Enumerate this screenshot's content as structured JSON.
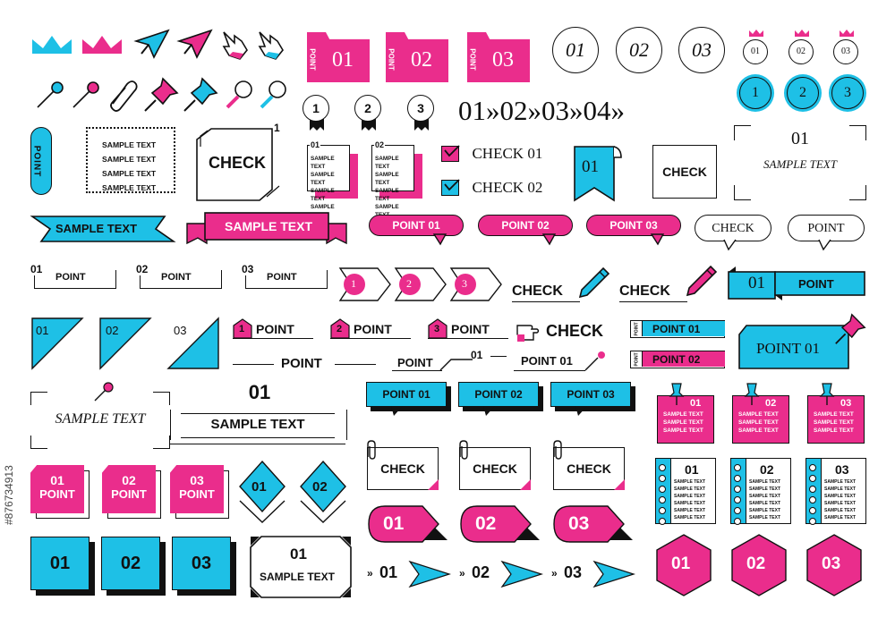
{
  "colors": {
    "pink": "#ea2d8c",
    "cyan": "#1ec0e6",
    "ink": "#111111"
  },
  "icons": [
    "crown-outline-icon",
    "crown-pink-icon",
    "crown-cyan-icon",
    "cursor-cyan-icon",
    "cursor-pink-icon",
    "hand-pointer-icon",
    "pin-icon",
    "paperclip-icon",
    "pushpin-icon",
    "magnifier-icon",
    "pencil-icon"
  ],
  "folders": [
    {
      "side": "POINT",
      "num": "01"
    },
    {
      "side": "POINT",
      "num": "02"
    },
    {
      "side": "POINT",
      "num": "03"
    }
  ],
  "circle_nums": [
    "01",
    "02",
    "03"
  ],
  "crown_medals": [
    "01",
    "02",
    "03"
  ],
  "seals": [
    "1",
    "2",
    "3"
  ],
  "ribbon_medals": [
    "1",
    "2",
    "3"
  ],
  "chevron_seq": [
    "01",
    "02",
    "03",
    "04"
  ],
  "vertical_tag": "POINT",
  "sample_list": [
    "SAMPLE TEXT",
    "SAMPLE TEXT",
    "SAMPLE TEXT",
    "SAMPLE TEXT"
  ],
  "check_frame": {
    "label": "CHECK",
    "num": "1"
  },
  "notes": [
    {
      "num": "01",
      "lines": [
        "SAMPLE TEXT",
        "SAMPLE TEXT",
        "SAMPLE TEXT",
        "SAMPLE TEXT"
      ]
    },
    {
      "num": "02",
      "lines": [
        "SAMPLE TEXT",
        "SAMPLE TEXT",
        "SAMPLE TEXT",
        "SAMPLE TEXT"
      ]
    }
  ],
  "checkboxes": [
    "CHECK 01",
    "CHECK 02"
  ],
  "flag_num": "01",
  "check_box_label": "CHECK",
  "bracket_frame": {
    "num": "01",
    "text": "SAMPLE TEXT"
  },
  "banners": [
    "SAMPLE TEXT",
    "SAMPLE TEXT"
  ],
  "pink_bubbles": [
    "POINT 01",
    "POINT 02",
    "POINT 03"
  ],
  "outline_bubbles": [
    "CHECK",
    "POINT"
  ],
  "num_bubbles": [
    {
      "num": "01",
      "label": "POINT"
    },
    {
      "num": "02",
      "label": "POINT"
    },
    {
      "num": "03",
      "label": "POINT"
    }
  ],
  "arrow_steps": [
    "1",
    "2",
    "3"
  ],
  "pencil_checks": [
    "CHECK",
    "CHECK"
  ],
  "cyan_ribbon": {
    "num": "01",
    "label": "POINT"
  },
  "triangles": [
    "01",
    "02",
    "03"
  ],
  "house_points": [
    {
      "num": "1",
      "label": "POINT"
    },
    {
      "num": "2",
      "label": "POINT"
    },
    {
      "num": "3",
      "label": "POINT"
    }
  ],
  "hand_check": "CHECK",
  "tabs": [
    {
      "side": "POINT",
      "label": "POINT 01"
    },
    {
      "side": "POINT",
      "label": "POINT 02"
    }
  ],
  "pin_label": "POINT 01",
  "line_points": [
    "POINT",
    "POINT",
    "01",
    "POINT 01"
  ],
  "pin_frame_text": "SAMPLE TEXT",
  "double_frame": {
    "num": "01",
    "text": "SAMPLE TEXT"
  },
  "cyan_bubbles": [
    "POINT 01",
    "POINT 02",
    "POINT 03"
  ],
  "pinned_notes": [
    {
      "num": "01",
      "lines": [
        "SAMPLE TEXT",
        "SAMPLE TEXT",
        "SAMPLE TEXT"
      ]
    },
    {
      "num": "02",
      "lines": [
        "SAMPLE TEXT",
        "SAMPLE TEXT",
        "SAMPLE TEXT"
      ]
    },
    {
      "num": "03",
      "lines": [
        "SAMPLE TEXT",
        "SAMPLE TEXT",
        "SAMPLE TEXT"
      ]
    }
  ],
  "pink_squares": [
    {
      "num": "01",
      "label": "POINT"
    },
    {
      "num": "02",
      "label": "POINT"
    },
    {
      "num": "03",
      "label": "POINT"
    }
  ],
  "diamonds": [
    "01",
    "02"
  ],
  "clip_notes": [
    "CHECK",
    "CHECK",
    "CHECK"
  ],
  "notebooks": [
    {
      "num": "01",
      "lines": [
        "SAMPLE TEXT",
        "SAMPLE TEXT",
        "SAMPLE TEXT",
        "SAMPLE TEXT",
        "SAMPLE TEXT",
        "SAMPLE TEXT"
      ]
    },
    {
      "num": "02",
      "lines": [
        "SAMPLE TEXT",
        "SAMPLE TEXT",
        "SAMPLE TEXT",
        "SAMPLE TEXT",
        "SAMPLE TEXT",
        "SAMPLE TEXT"
      ]
    },
    {
      "num": "03",
      "lines": [
        "SAMPLE TEXT",
        "SAMPLE TEXT",
        "SAMPLE TEXT",
        "SAMPLE TEXT",
        "SAMPLE TEXT",
        "SAMPLE TEXT"
      ]
    }
  ],
  "pink_tags": [
    "01",
    "02",
    "03"
  ],
  "cyan_squares": [
    "01",
    "02",
    "03"
  ],
  "ticket": {
    "num": "01",
    "text": "SAMPLE TEXT"
  },
  "arrow_nums": [
    "01",
    "02",
    "03"
  ],
  "hexagons": [
    "01",
    "02",
    "03"
  ],
  "watermark": "#876734913"
}
